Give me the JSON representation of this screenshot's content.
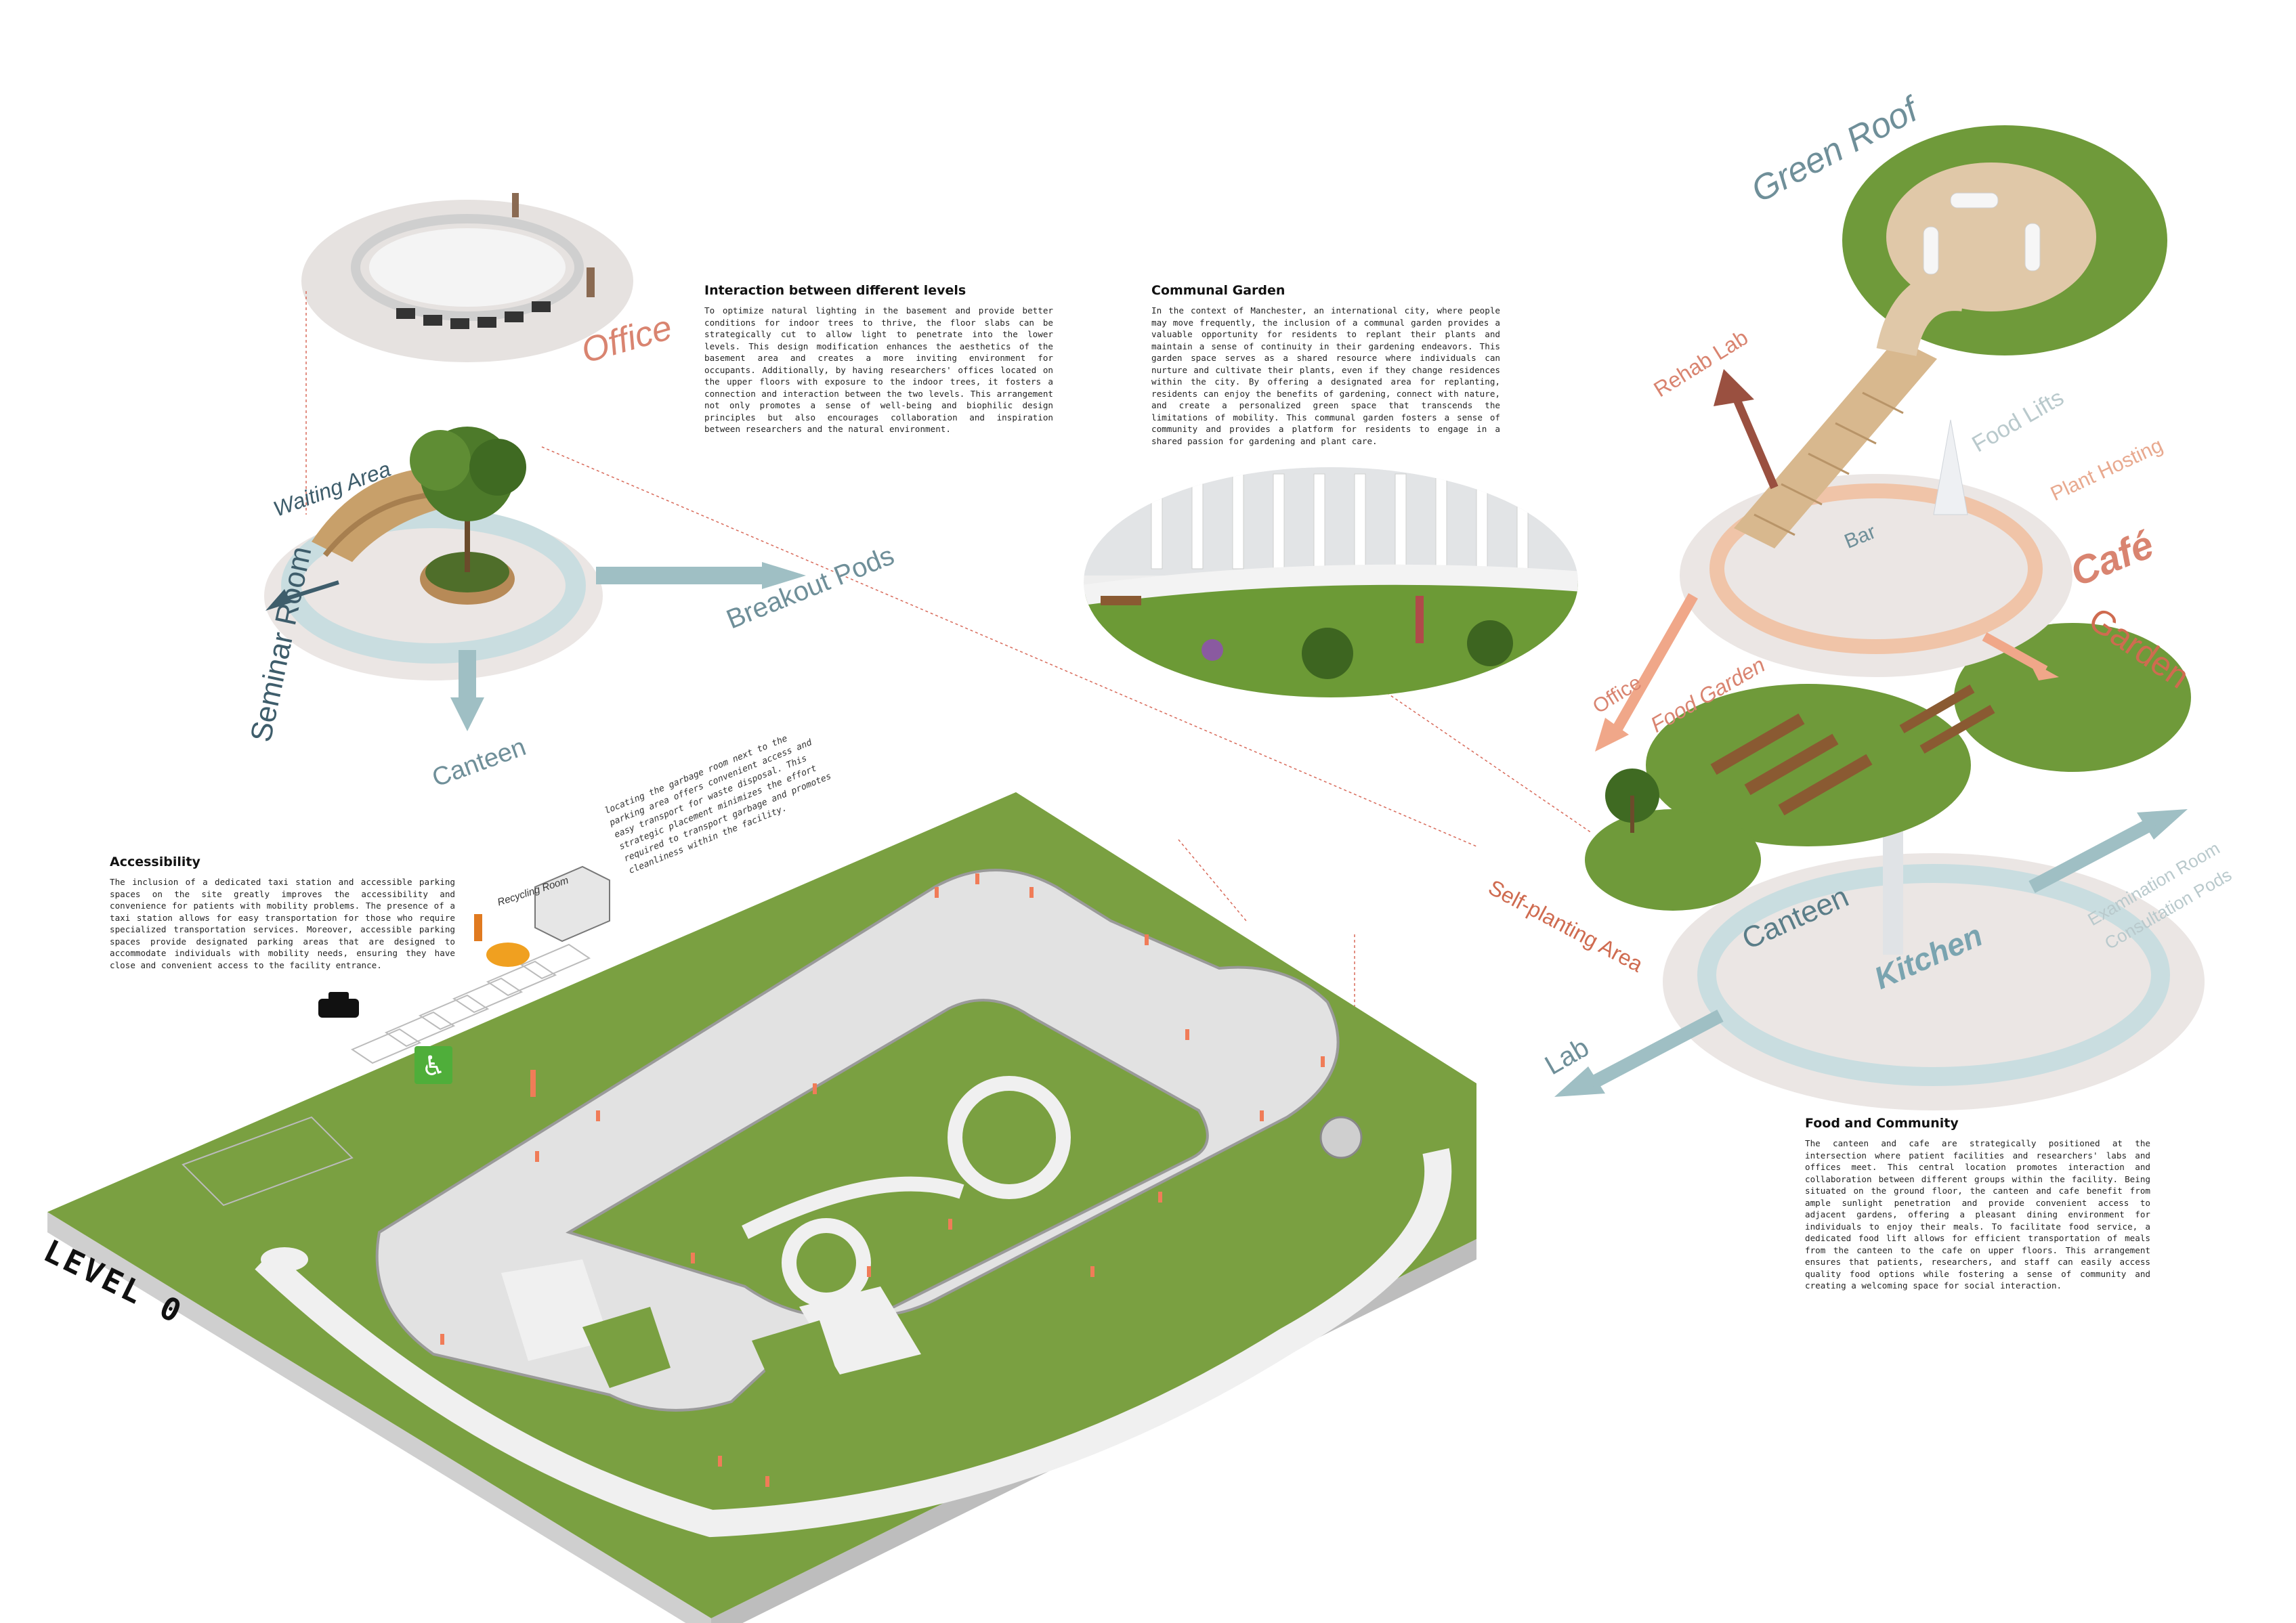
{
  "labels": {
    "office": "Office",
    "waiting_area": "Waiting Area",
    "seminar_room": "Seminar Room",
    "breakout_pods": "Breakout Pods",
    "canteen_left": "Canteen",
    "recycling_room": "Recycling Room",
    "green_roof": "Green Roof",
    "rehab_lab": "Rehab Lab",
    "food_lifts": "Food Lifts",
    "plant_hosting": "Plant Hosting",
    "cafe": "Café",
    "garden": "Garden",
    "bar": "Bar",
    "office_right": "Office",
    "food_garden": "Food Garden",
    "self_planting_area": "Self-planting Area",
    "canteen_right": "Canteen",
    "kitchen": "Kitchen",
    "examination_room": "Examination Room",
    "consultation_pods": "Consultation Pods",
    "lab": "Lab",
    "level": "LEVEL 0"
  },
  "garbage_note": "locating the garbage room next to the parking area offers convenient access and easy transport for waste disposal. This strategic placement minimizes the effort required to transport garbage and promotes cleanliness within the facility.",
  "sections": {
    "interaction": {
      "title": "Interaction between different levels",
      "body": "To optimize natural lighting in the basement and provide better conditions for indoor trees to thrive, the floor slabs can be strategically cut to allow light to penetrate into the lower levels. This design modification enhances the aesthetics of the basement area and creates a more inviting environment for occupants. Additionally, by having researchers' offices located on the upper floors with exposure to the indoor trees, it fosters a connection and interaction between the two levels. This arrangement not only promotes a sense of well-being and biophilic design principles but also encourages collaboration and inspiration between researchers and the natural environment."
    },
    "communal": {
      "title": "Communal Garden",
      "body": "In the context of Manchester, an international city, where people may move frequently, the inclusion of a communal garden provides a valuable opportunity for residents to replant their plants and maintain a sense of continuity in their gardening endeavors. This garden space serves as a shared resource where individuals can nurture and cultivate their plants, even if they change residences within the city. By offering a designated area for replanting, residents can enjoy the benefits of gardening, connect with nature, and create a personalized green space that transcends the limitations of mobility. This communal garden fosters a sense of community and provides a platform for residents to engage in a shared passion for gardening and plant care."
    },
    "accessibility": {
      "title": "Accessibility",
      "body": "The inclusion of a dedicated taxi station and accessible parking spaces on the site greatly improves the accessibility and convenience for patients with mobility problems. The presence of a taxi station allows for easy transportation for those who require specialized transportation services. Moreover, accessible parking spaces provide designated parking areas that are designed to accommodate individuals with mobility needs, ensuring they have close and convenient access to the facility entrance."
    },
    "food": {
      "title": "Food and Community",
      "body": "The canteen and cafe are strategically positioned at the intersection where patient facilities and researchers' labs and offices meet. This central location promotes interaction and collaboration between different groups within the facility. Being situated on the ground floor, the canteen and cafe benefit from ample sunlight penetration and provide convenient access to adjacent gardens, offering a pleasant dining environment for individuals to enjoy their meals. To facilitate food service, a dedicated food lift allows for efficient transportation of meals from the canteen to the cafe on upper floors. This arrangement ensures that patients, researchers, and staff can easily access quality food options while fostering a sense of community and creating a welcoming space for social interaction."
    }
  },
  "colors": {
    "grass": "#6f9a3a",
    "teal": "#9fbfc4",
    "coral": "#e0917a",
    "disk": "#ebe6e4",
    "building": "#dcdcdc"
  }
}
